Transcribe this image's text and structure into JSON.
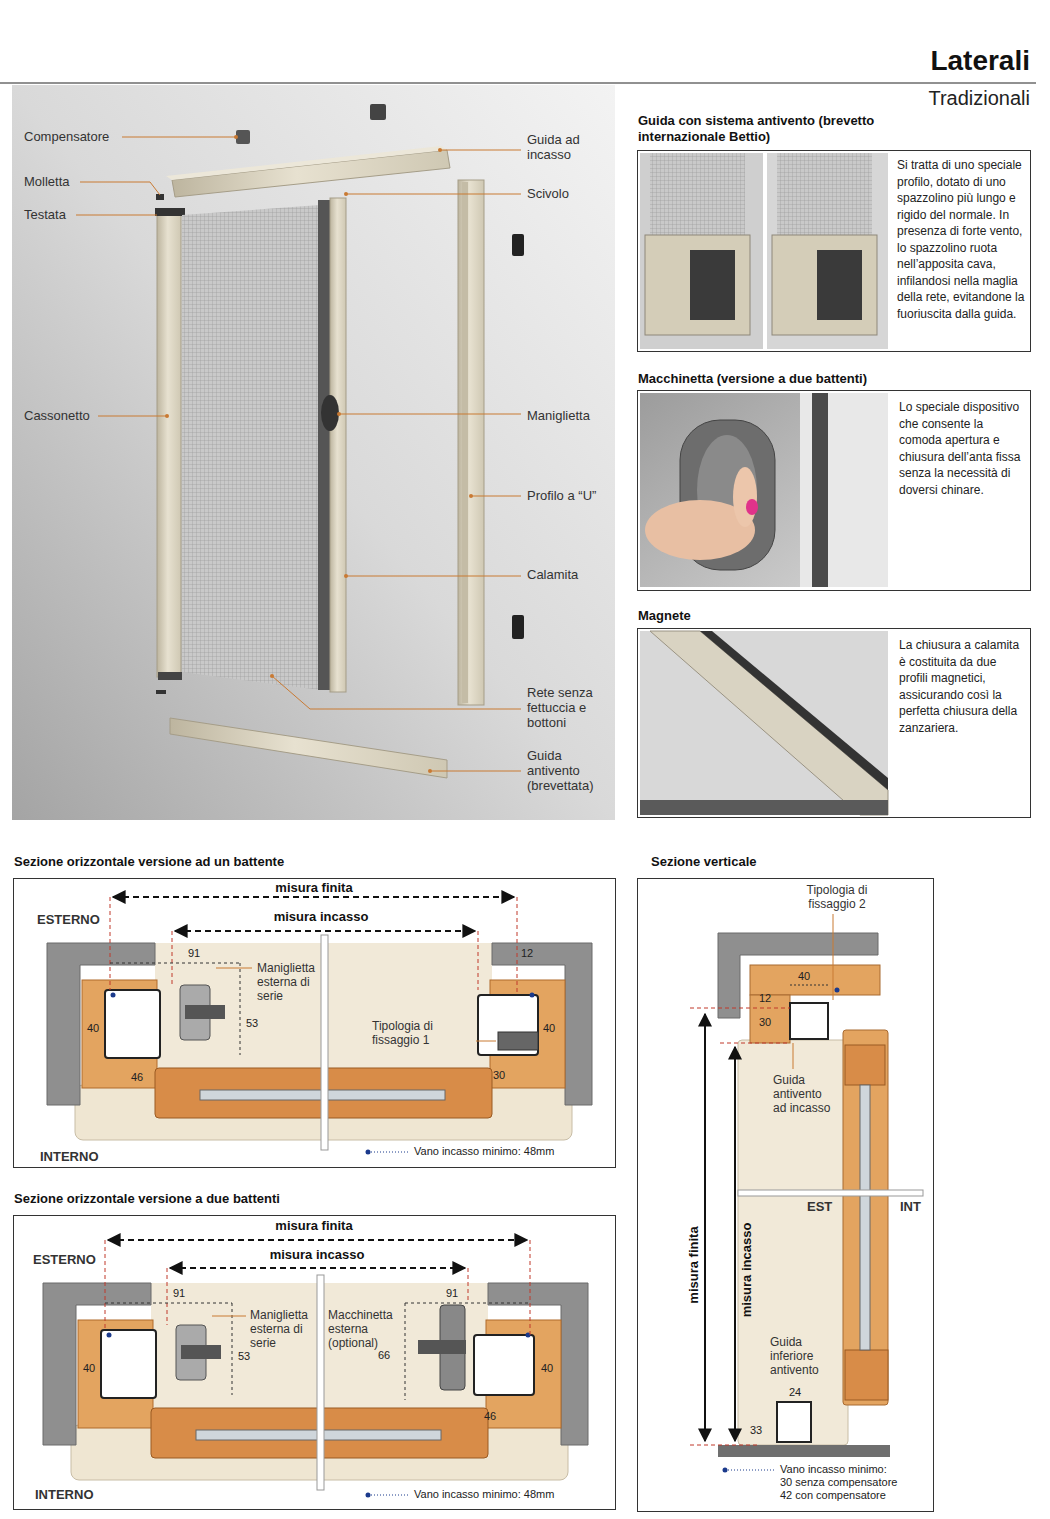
{
  "diagram": {
    "title": "Laterali",
    "nodes": [
      {
        "text": [
          "Guida con sistema antivento (brevetto internazionale Bettio)",
          "Si tratta di uno speciale profilo, dotato di uno spazzolino più lungo e rigido del normale. In presenza di forte vento, lo spazzolino ruota nell’apposita cava, infilandosi nella maglia della rete, evitandone la fuoriuscita dalla guida."
        ]
      },
      {
        "text": [
          "Macchinetta (versione a due battenti)",
          "Lo speciale dispositivo che consente la comoda apertura e chiusura dell’anta fissa senza la necessità di doversi chinare."
        ]
      },
      {
        "text": [
          "Magnete",
          "La chiusura a calamita è costituita da due profili magnetici, assicurando così la perfetta chiusura della zanzariera."
        ]
      },
      {
        "text": [
          "Sezione orizzontale versione ad un battente"
        ]
      },
      {
        "text": [
          "Sezione orizzontale versione a due battenti"
        ]
      },
      {
        "text": [
          "Sezione verticale"
        ]
      }
    ],
    "labels": [
      "Tradizionali",
      "Compensatore",
      "Molletta",
      "Testata",
      "Cassonetto",
      "Guida ad incasso",
      "Scivolo",
      "Maniglietta",
      "Profilo a “U”",
      "Calamita",
      "Rete senza fettuccia e bottoni",
      "Guida antivento (brevettata)",
      "misura finita",
      "misura incasso",
      "ESTERNO",
      "INTERNO",
      "91",
      "12",
      "40",
      "53",
      "Maniglietta esterna di serie",
      "Tipologia di fissaggio 1",
      "40",
      "46",
      "30",
      "Vano incasso minimo: 48mm",
      "misura finita",
      "misura incasso",
      "ESTERNO",
      "INTERNO",
      "91",
      "91",
      "40",
      "53",
      "Maniglietta esterna di serie",
      "Macchinetta esterna (optional)",
      "66",
      "40",
      "46",
      "Vano incasso minimo: 48mm",
      "Tipologia di fissaggio 2",
      "40",
      "12",
      "30",
      "Guida antivento ad incasso",
      "EST",
      "INT",
      "misura finita",
      "misura incasso",
      "Guida inferiore antivento",
      "24",
      "33",
      "Vano incasso minimo: 30 senza compensatore 42 con compensatore"
    ]
  }
}
